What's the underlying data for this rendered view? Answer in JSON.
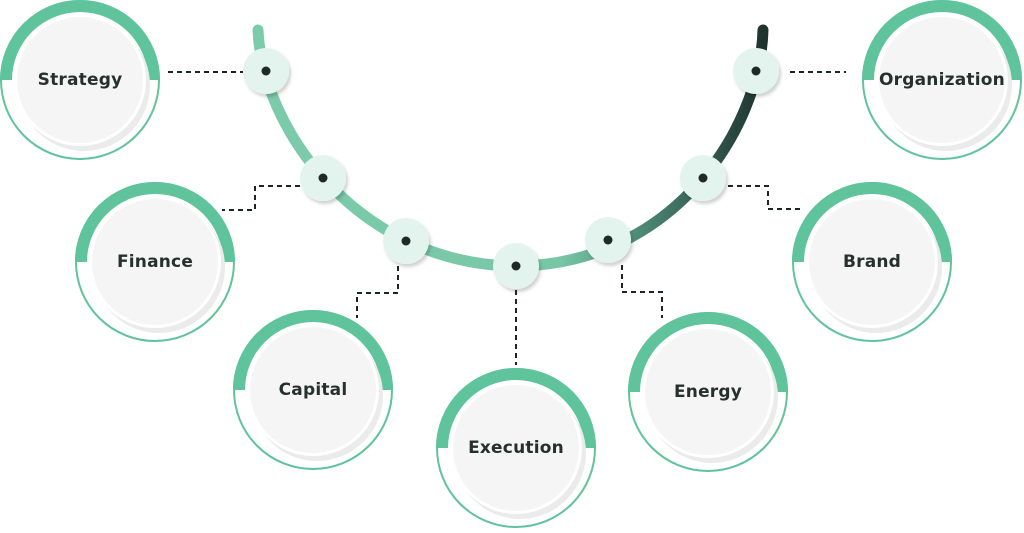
{
  "title": "Strategy curve diagram",
  "colors": {
    "ring": "#5fc39b",
    "ring_light": "#7ccbab",
    "curve_dark": "#1f332e",
    "node_fill": "#e3f4ee",
    "dot": "#1d2a26",
    "inner": "#f5f5f5"
  },
  "items": [
    {
      "label": "Strategy"
    },
    {
      "label": "Finance"
    },
    {
      "label": "Capital"
    },
    {
      "label": "Execution"
    },
    {
      "label": "Energy"
    },
    {
      "label": "Brand"
    },
    {
      "label": "Organization"
    }
  ]
}
